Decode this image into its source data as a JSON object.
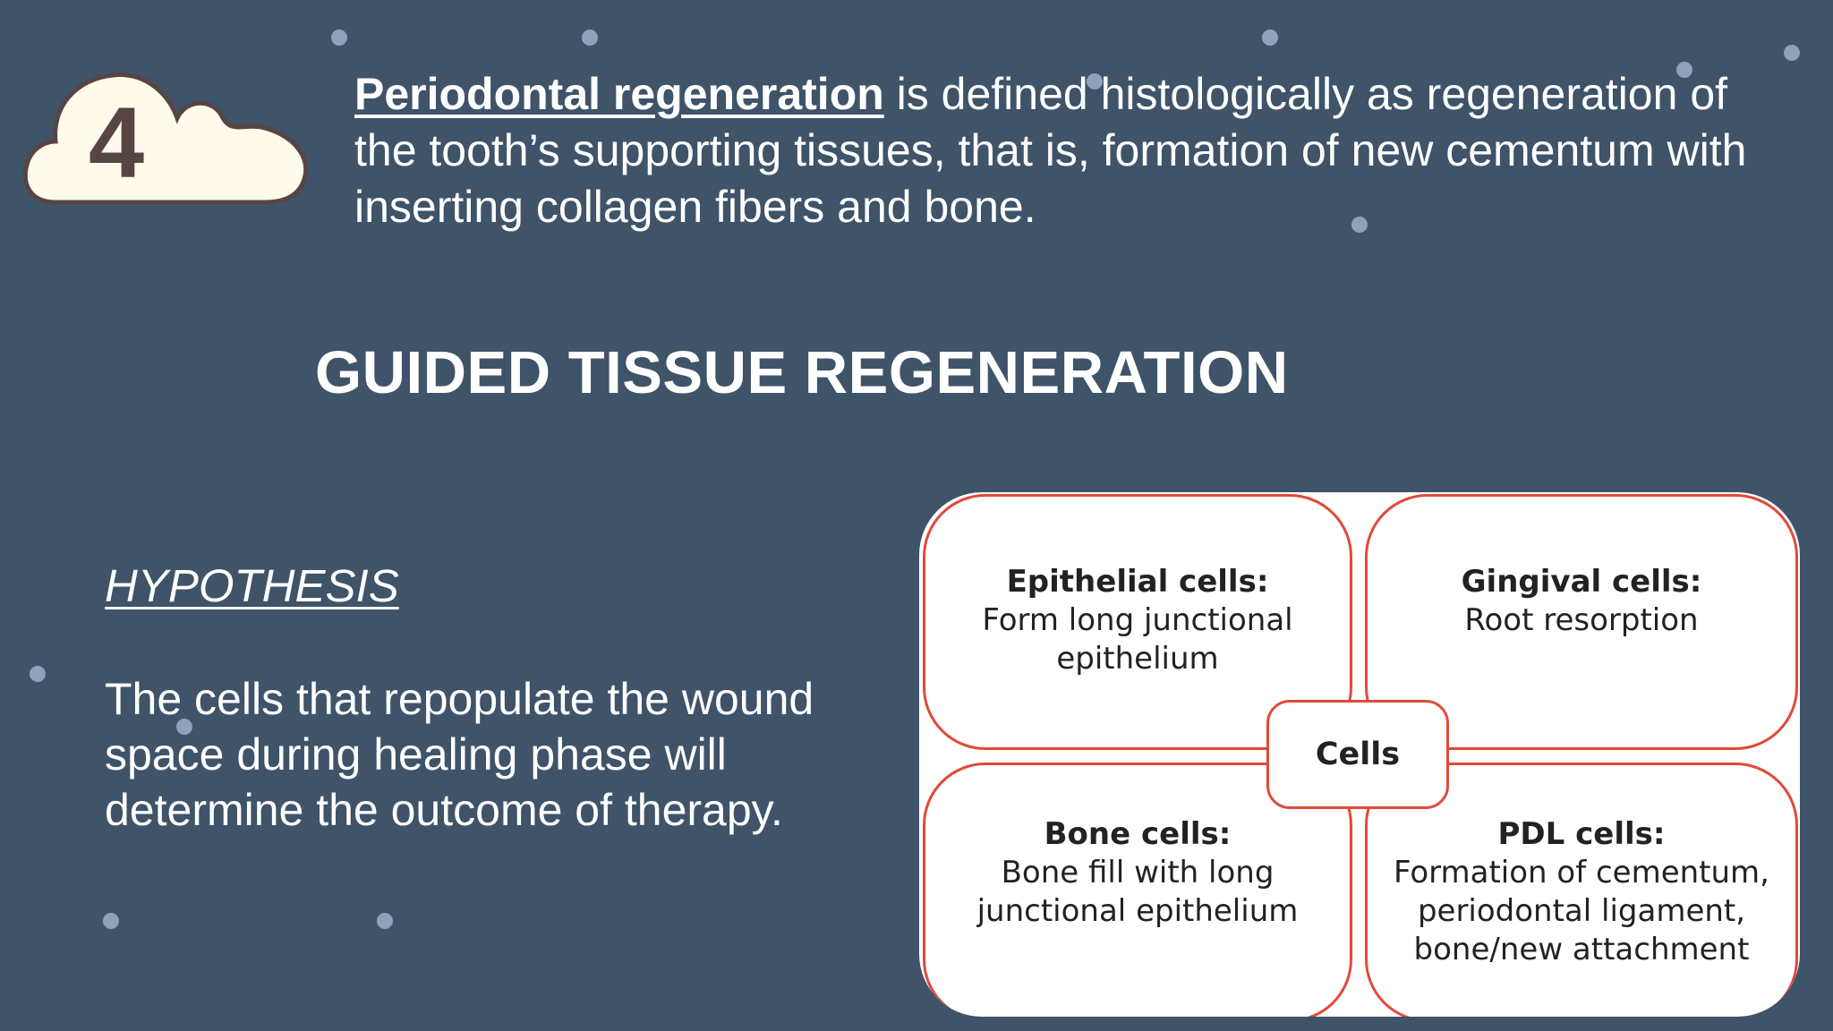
{
  "slide": {
    "number": "4",
    "definition_term": "Periodontal regeneration",
    "definition_rest": " is defined histologically as regeneration of the tooth’s supporting tissues, that is, formation of new cementum with inserting collagen fibers and bone.",
    "section_title": "GUIDED TISSUE REGENERATION",
    "hypothesis_heading": "HYPOTHESIS",
    "hypothesis_text": "The cells that repopulate the wound space during healing phase will determine the outcome of therapy."
  },
  "diagram": {
    "center": "Cells",
    "quadrants": [
      {
        "title": "Epithelial cells:",
        "line1": "Form long junctional",
        "line2": "epithelium",
        "line3": ""
      },
      {
        "title": "Gingival cells:",
        "line1": "Root resorption",
        "line2": "",
        "line3": ""
      },
      {
        "title": "Bone cells:",
        "line1": "Bone fill with long",
        "line2": "junctional epithelium",
        "line3": ""
      },
      {
        "title": "PDL cells:",
        "line1": "Formation of cementum,",
        "line2": "periodontal ligament,",
        "line3": "bone/new attachment"
      }
    ]
  },
  "colors": {
    "background": "#3f5369",
    "accent_border": "#e04a3a",
    "cloud_fill": "#fffbea",
    "number_color": "#574545"
  }
}
